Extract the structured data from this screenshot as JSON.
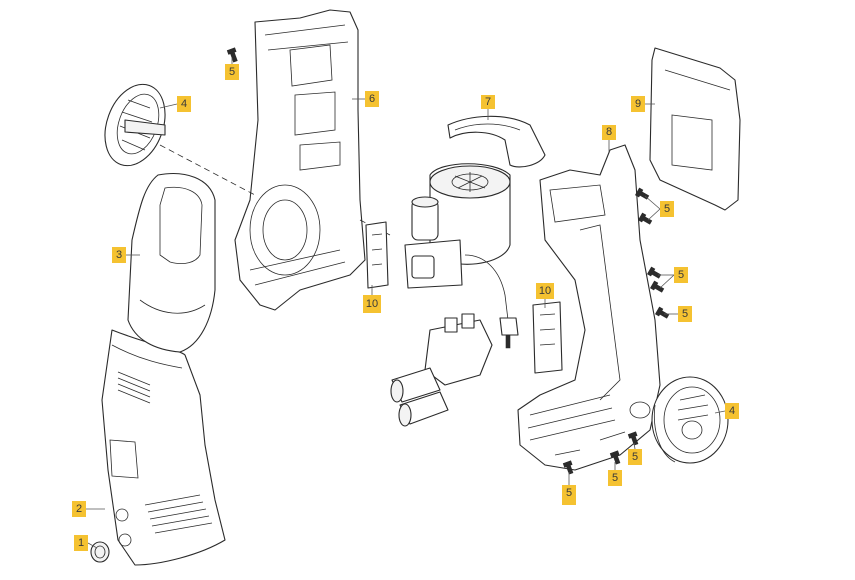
{
  "colors": {
    "label_bg": "#f5c231",
    "line": "#2b2b2b",
    "background": "#ffffff"
  },
  "callouts": [
    {
      "id": "c1",
      "text": "1"
    },
    {
      "id": "c2",
      "text": "2"
    },
    {
      "id": "c3",
      "text": "3"
    },
    {
      "id": "c4a",
      "text": "4"
    },
    {
      "id": "c4b",
      "text": "4"
    },
    {
      "id": "c5a",
      "text": "5"
    },
    {
      "id": "c5b",
      "text": "5"
    },
    {
      "id": "c5c",
      "text": "5"
    },
    {
      "id": "c5d",
      "text": "5"
    },
    {
      "id": "c5e",
      "text": "5"
    },
    {
      "id": "c5f",
      "text": "5"
    },
    {
      "id": "c5g",
      "text": "5"
    },
    {
      "id": "c6",
      "text": "6"
    },
    {
      "id": "c7",
      "text": "7"
    },
    {
      "id": "c8",
      "text": "8"
    },
    {
      "id": "c9",
      "text": "9"
    },
    {
      "id": "c10a",
      "text": "10"
    },
    {
      "id": "c10b",
      "text": "10"
    }
  ]
}
